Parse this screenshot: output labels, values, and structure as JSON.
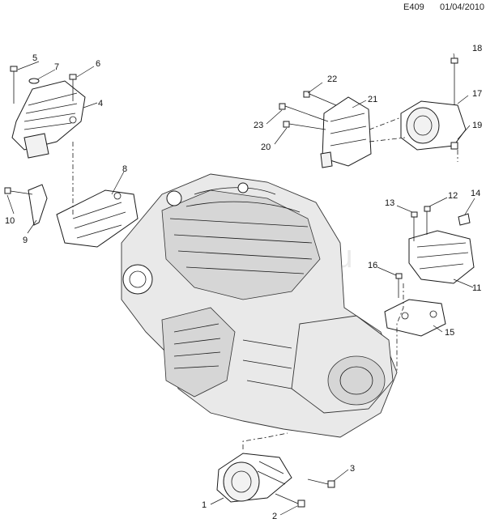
{
  "header": {
    "code": "E409",
    "date": "01/04/2010"
  },
  "watermark": "ru",
  "callouts": [
    {
      "id": "1",
      "text": "1"
    },
    {
      "id": "2",
      "text": "2"
    },
    {
      "id": "3",
      "text": "3"
    },
    {
      "id": "4",
      "text": "4"
    },
    {
      "id": "5",
      "text": "5"
    },
    {
      "id": "6",
      "text": "6"
    },
    {
      "id": "7",
      "text": "7"
    },
    {
      "id": "8",
      "text": "8"
    },
    {
      "id": "9",
      "text": "9"
    },
    {
      "id": "10",
      "text": "10"
    },
    {
      "id": "11",
      "text": "11"
    },
    {
      "id": "12",
      "text": "12"
    },
    {
      "id": "13",
      "text": "13"
    },
    {
      "id": "14",
      "text": "14"
    },
    {
      "id": "15",
      "text": "15"
    },
    {
      "id": "16",
      "text": "16"
    },
    {
      "id": "17",
      "text": "17"
    },
    {
      "id": "18",
      "text": "18"
    },
    {
      "id": "19",
      "text": "19"
    },
    {
      "id": "20",
      "text": "20"
    },
    {
      "id": "21",
      "text": "21"
    },
    {
      "id": "22",
      "text": "22"
    },
    {
      "id": "23",
      "text": "23"
    }
  ]
}
